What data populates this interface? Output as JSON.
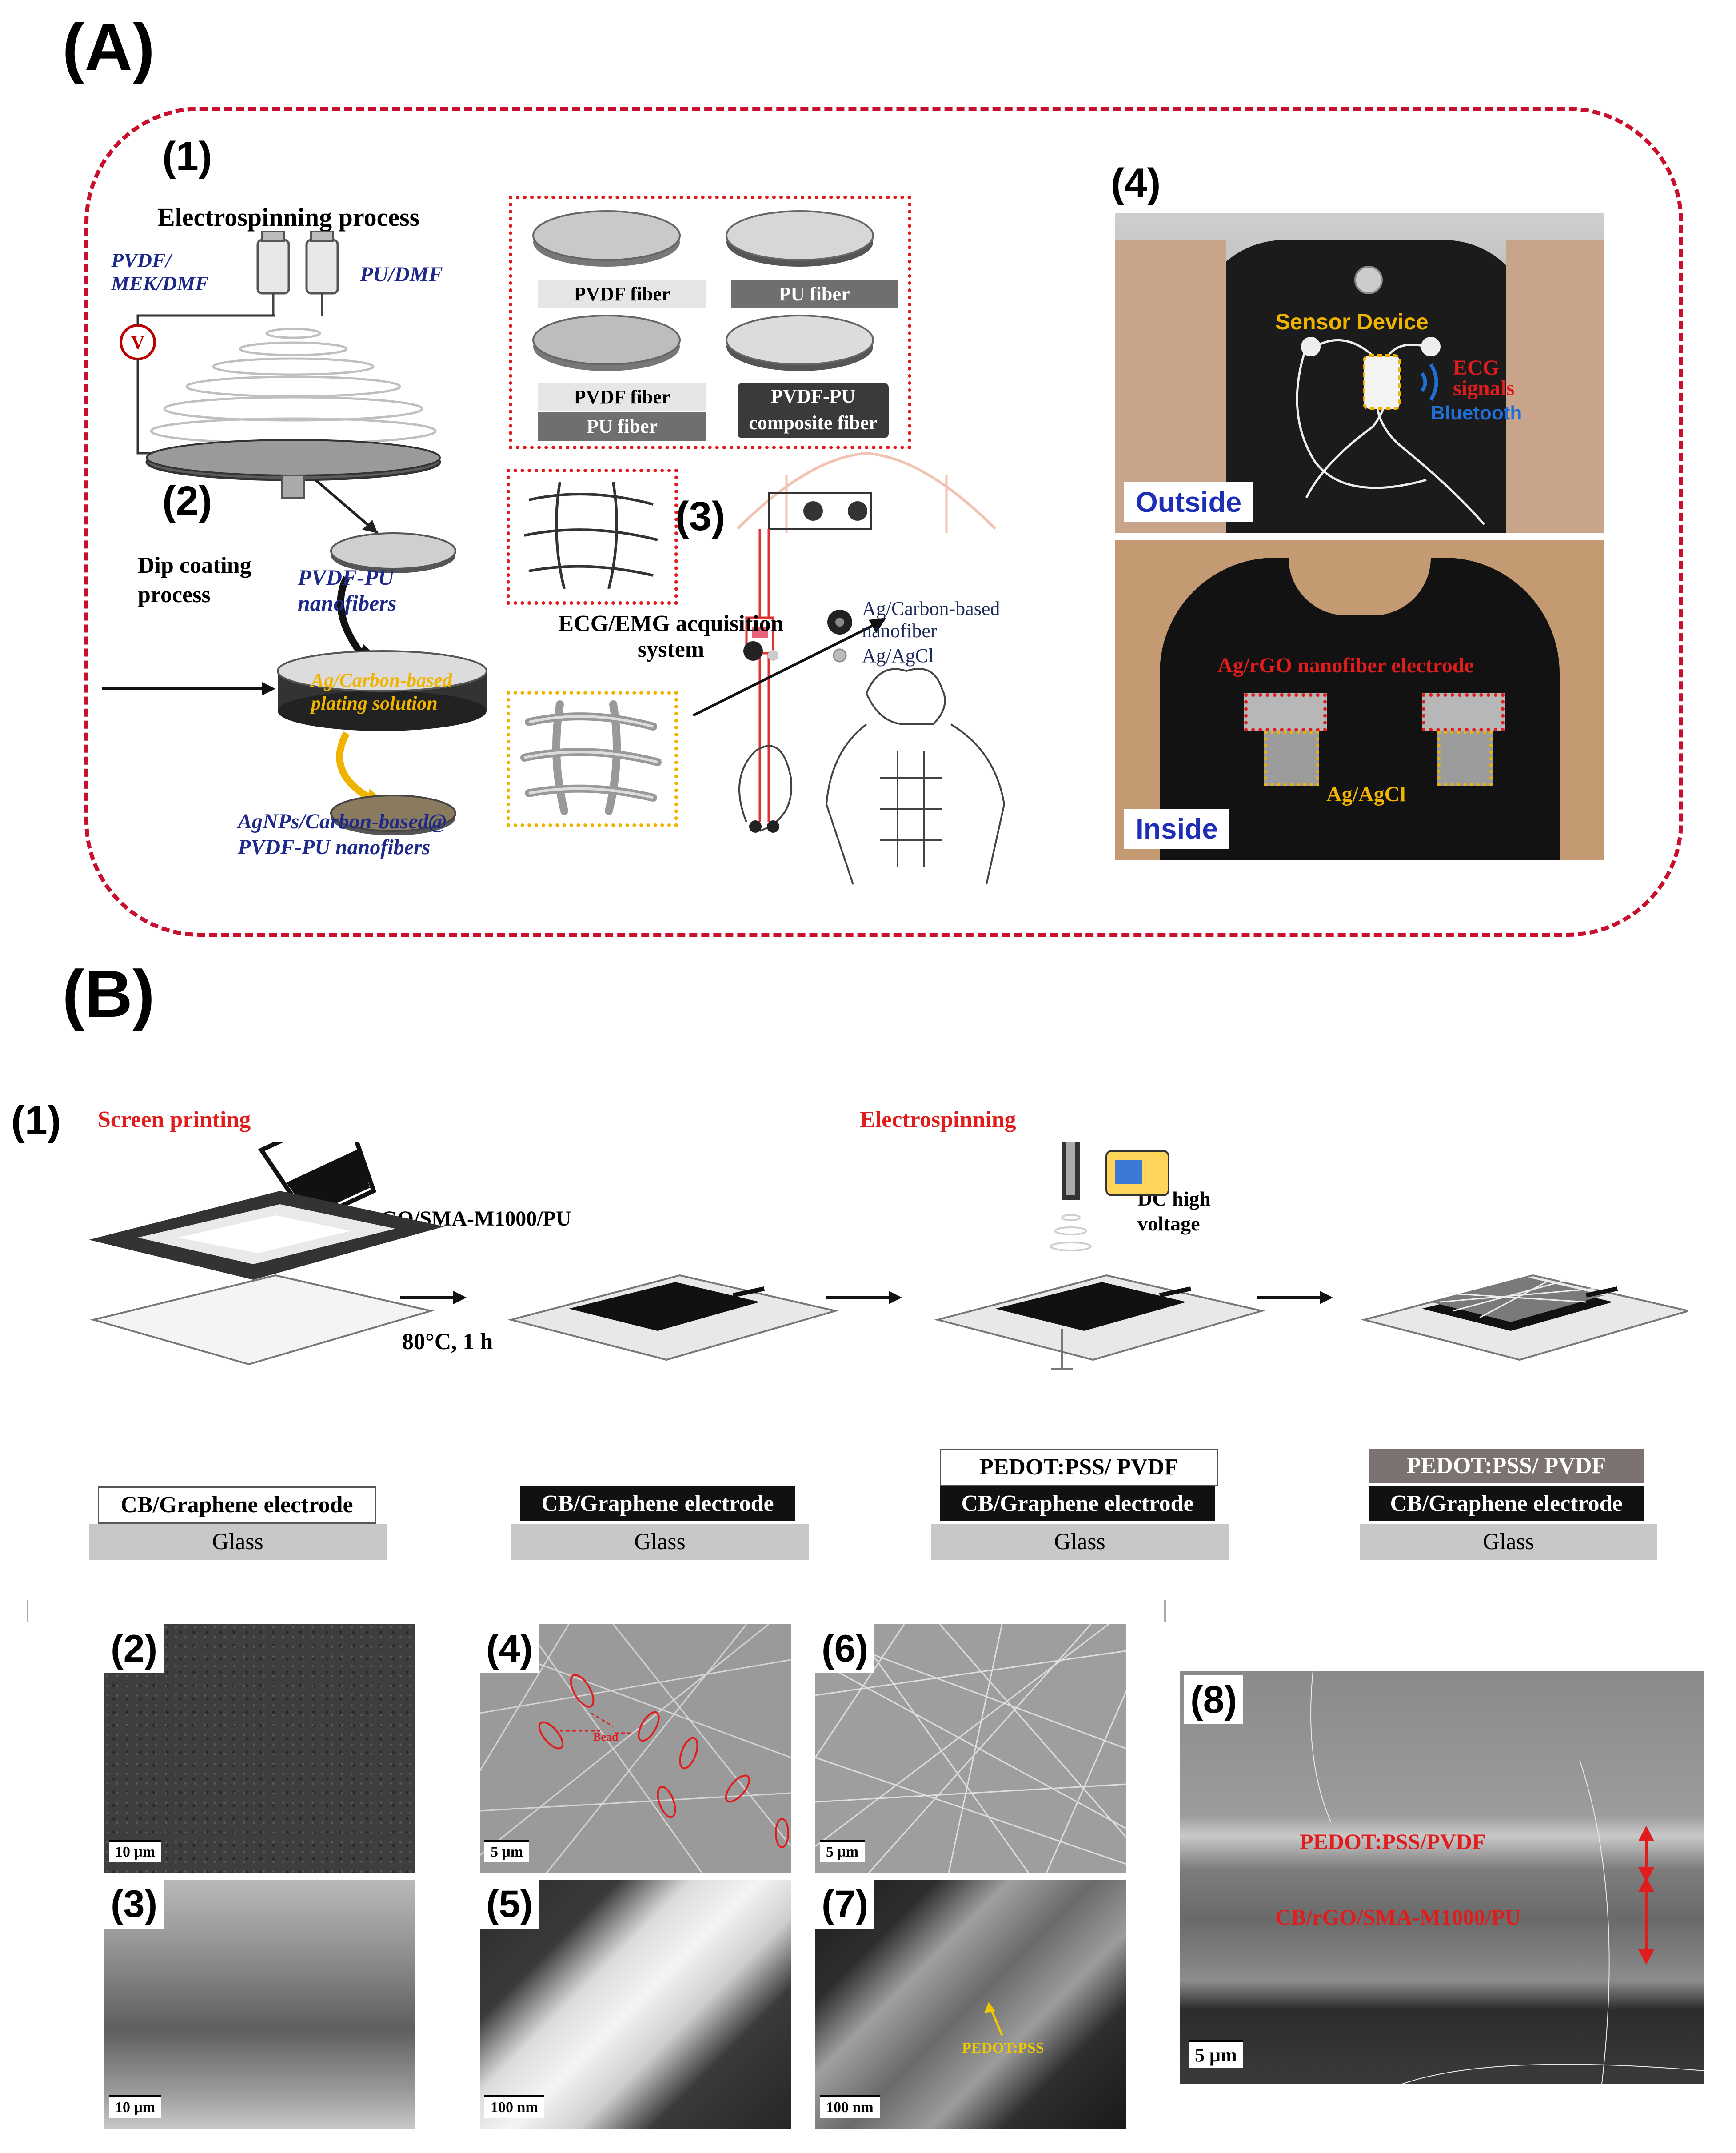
{
  "panel_a": {
    "label": "(A)",
    "step1": "(1)",
    "step2": "(2)",
    "step3": "(3)",
    "step4": "(4)",
    "electrospinning_title": "Electrospinning process",
    "solution_left": "PVDF/ MEK/DMF",
    "solution_right": "PU/DMF",
    "voltage_symbol": "V",
    "fiber_labels": {
      "pvdf": "PVDF fiber",
      "pu": "PU fiber",
      "pvdf_stack_top": "PVDF fiber",
      "pvdf_stack_bottom": "PU fiber",
      "composite": "PVDF-PU composite fiber"
    },
    "dip_coating": "Dip coating process",
    "nanofibers_label": "PVDF-PU nanofibers",
    "plating_solution": "Ag/Carbon-based plating solution",
    "result_label": "AgNPs/Carbon-based@ PVDF-PU nanofibers",
    "acquisition": "ECG/EMG acquisition system",
    "legend_nanofiber": "Ag/Carbon-based nanofiber",
    "legend_agcl": "Ag/AgCl",
    "photo_outside": {
      "sensor_device": "Sensor Device",
      "ecg": "ECG signals",
      "bluetooth": "Bluetooth",
      "tag": "Outside"
    },
    "photo_inside": {
      "electrode": "Ag/rGO nanofiber electrode",
      "agcl": "Ag/AgCl",
      "tag": "Inside"
    }
  },
  "panel_b": {
    "label": "(B)",
    "step1": "(1)",
    "screen_printing": "Screen printing",
    "ink": "CB/rGO/SMA-M1000/PU",
    "cure": "80°C, 1 h",
    "electrospinning": "Electrospinning",
    "dc_voltage": "DC high voltage",
    "stacks": [
      {
        "top": "",
        "middle": "CB/Graphene electrode",
        "bottom": "Glass",
        "middle_style": "outline"
      },
      {
        "top": "",
        "middle": "CB/Graphene electrode",
        "bottom": "Glass",
        "middle_style": "filled"
      },
      {
        "top": "PEDOT:PSS/ PVDF",
        "middle": "CB/Graphene electrode",
        "bottom": "Glass",
        "top_style": "outline"
      },
      {
        "top": "PEDOT:PSS/ PVDF",
        "middle": "CB/Graphene electrode",
        "bottom": "Glass",
        "top_style": "filled"
      }
    ],
    "sem": [
      {
        "id": "(2)",
        "scale": "10 μm"
      },
      {
        "id": "(3)",
        "scale": "10 μm"
      },
      {
        "id": "(4)",
        "scale": "5 μm",
        "annotation": "Bead"
      },
      {
        "id": "(5)",
        "scale": "100 nm"
      },
      {
        "id": "(6)",
        "scale": "5 μm"
      },
      {
        "id": "(7)",
        "scale": "100 nm",
        "annotation": "PEDOT:PSS"
      },
      {
        "id": "(8)",
        "scale": "5 μm",
        "layer_top": "PEDOT:PSS/PVDF",
        "layer_bottom": "CB/rGO/SMA-M1000/PU"
      }
    ]
  },
  "colors": {
    "dash_red": "#c8102e",
    "navy_label": "#1d2a8a",
    "highlight_red": "#e01c1c",
    "highlight_yellow": "#f0b400",
    "bluetooth_blue": "#1f6fd6"
  }
}
